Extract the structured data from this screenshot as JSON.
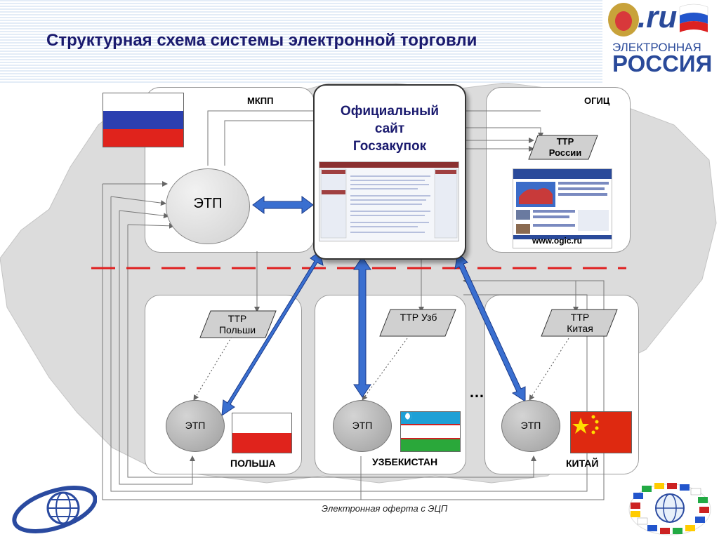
{
  "header": {
    "title": "Структурная схема системы электронной торговли"
  },
  "logo_top_right": {
    "domain": ".ru",
    "line1": "ЭЛЕКТРОННАЯ",
    "line2": "РОССИЯ",
    "colors": {
      "text": "#2a4a9a",
      "flag_white": "#ffffff",
      "flag_blue": "#2255cc",
      "flag_red": "#dd2222"
    }
  },
  "nodes": {
    "official_site": {
      "title": "Официальный сайт Госзакупок"
    },
    "etp_main": {
      "label": "ЭТП"
    },
    "mkpp": {
      "label": "МКПП"
    },
    "ogic": {
      "label": "ОГИЦ"
    },
    "ttr_russia": {
      "label": "ТТР России"
    },
    "ogic_url": {
      "label": "www.ogic.ru"
    },
    "ttr_poland": {
      "label": "ТТР Польши"
    },
    "ttr_uzb": {
      "label": "ТТР Узб"
    },
    "ttr_china": {
      "label": "ТТР Китая"
    },
    "etp_poland": {
      "label": "ЭТП"
    },
    "etp_uzb": {
      "label": "ЭТП"
    },
    "etp_china": {
      "label": "ЭТП"
    },
    "country_poland": {
      "label": "ПОЛЬША"
    },
    "country_uzb": {
      "label": "УЗБЕКИСТАН"
    },
    "country_china": {
      "label": "КИТАЙ"
    },
    "ellipsis": {
      "label": "…"
    }
  },
  "footer": {
    "caption": "Электронная оферта с ЭЦП"
  },
  "colors": {
    "title": "#1a1a6e",
    "arrow_blue": "#3a6fd0",
    "dash_red": "#e02020",
    "map_gray": "#dcdcdc"
  }
}
